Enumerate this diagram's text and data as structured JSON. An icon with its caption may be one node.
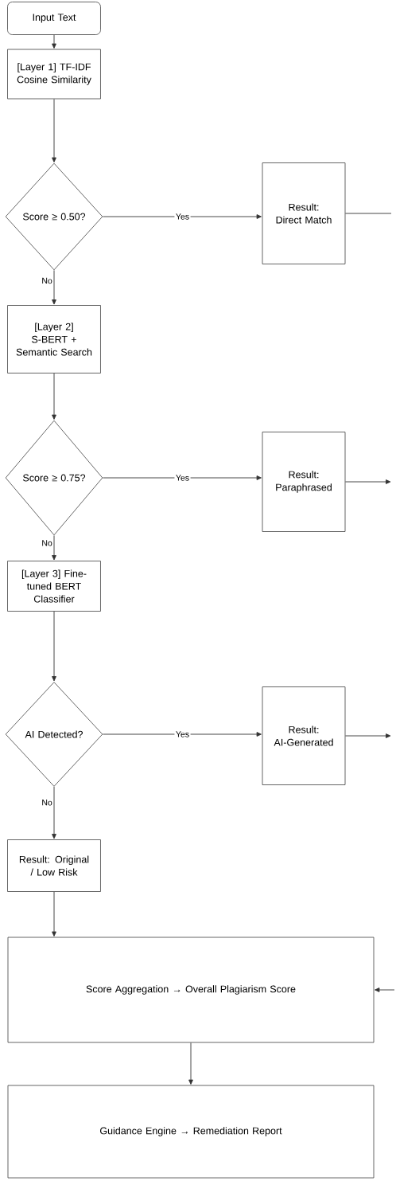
{
  "diagram": {
    "nodes": [
      {
        "text": [
          "Input Text"
        ]
      },
      {
        "text": [
          "[Layer 1] TF-IDF Cosine Similarity"
        ]
      },
      {
        "text": [
          "Score ≥ 0.50?"
        ]
      },
      {
        "text": [
          "Result: Direct Match"
        ]
      },
      {
        "text": [
          "[Layer 2] S-BERT + Semantic Search"
        ]
      },
      {
        "text": [
          "Score ≥ 0.75?"
        ]
      },
      {
        "text": [
          "Result: Paraphrased"
        ]
      },
      {
        "text": [
          "[Layer 3] Fine-tuned BERT Classifier"
        ]
      },
      {
        "text": [
          "AI Detected?"
        ]
      },
      {
        "text": [
          "Result: AI-Generated"
        ]
      },
      {
        "text": [
          "Result: Original / Low Risk"
        ]
      },
      {
        "text": [
          "Score Aggregation → Overall Plagiarism Score"
        ]
      },
      {
        "text": [
          "Guidance Engine → Remediation Report"
        ]
      }
    ],
    "edges": [
      {
        "from": 0,
        "to": 1,
        "arrow": "to"
      },
      {
        "from": 1,
        "to": 2,
        "arrow": "to"
      },
      {
        "from": 2,
        "to": 3,
        "arrow": "to",
        "label": "Yes"
      },
      {
        "from": 2,
        "to": 4,
        "arrow": "to",
        "label": "No"
      },
      {
        "from": 3,
        "to": null,
        "arrow": "none"
      },
      {
        "from": 4,
        "to": 5,
        "arrow": "to"
      },
      {
        "from": 5,
        "to": 6,
        "arrow": "to",
        "label": "Yes"
      },
      {
        "from": 5,
        "to": 7,
        "arrow": "to",
        "label": "No"
      },
      {
        "from": 6,
        "to": null,
        "arrow": "to"
      },
      {
        "from": 7,
        "to": 8,
        "arrow": "to"
      },
      {
        "from": 8,
        "to": 9,
        "arrow": "to",
        "label": "Yes"
      },
      {
        "from": 8,
        "to": 10,
        "arrow": "to",
        "label": "No"
      },
      {
        "from": 9,
        "to": null,
        "arrow": "to"
      },
      {
        "from": 10,
        "to": 11,
        "arrow": "to"
      },
      {
        "from": null,
        "to": 11,
        "arrow": "to"
      },
      {
        "from": 11,
        "to": 12,
        "arrow": "to"
      }
    ]
  }
}
